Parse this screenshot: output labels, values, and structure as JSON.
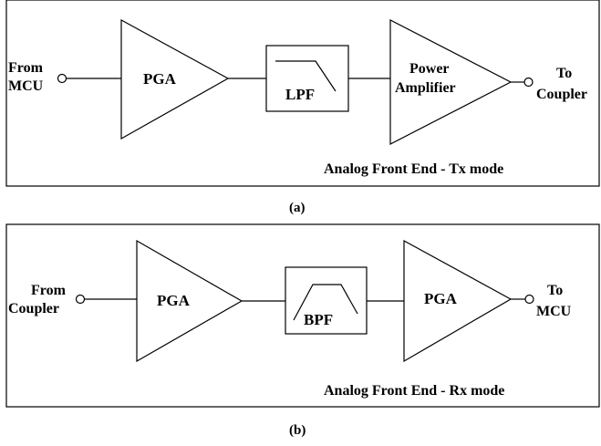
{
  "panel_a": {
    "input_label": [
      "From",
      "MCU"
    ],
    "block_pga": "PGA",
    "block_lpf": "LPF",
    "block_power_amp": [
      "Power",
      "Amplifier"
    ],
    "output_label": [
      "To",
      "Coupler"
    ],
    "mode_title": "Analog Front End - Tx mode",
    "caption": "(a)"
  },
  "panel_b": {
    "input_label": [
      "From",
      "Coupler"
    ],
    "block_pga_1": "PGA",
    "block_bpf": "BPF",
    "block_pga_2": "PGA",
    "output_label": [
      "To",
      "MCU"
    ],
    "mode_title": "Analog Front End - Rx mode",
    "caption": "(b)"
  }
}
